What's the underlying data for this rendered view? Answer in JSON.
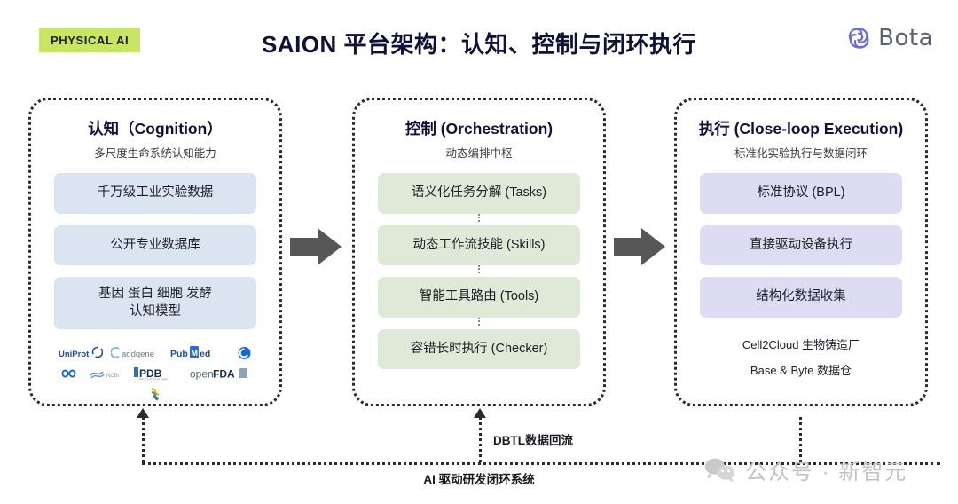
{
  "header": {
    "badge": "PHYSICAL AI",
    "title": "SAION 平台架构：认知、控制与闭环执行",
    "brand_name": "Bota",
    "badge_color": "#c8e663",
    "title_color": "#101038",
    "brand_color": "#5d6270"
  },
  "columns": [
    {
      "id": "cognition",
      "title": "认知（Cognition）",
      "subtitle": "多尺度生命系统认知能力",
      "accent": "#dbe5f1",
      "cards": [
        "千万级工业实验数据",
        "公开专业数据库",
        "基因 蛋白 细胞 发酵\n认知模型"
      ],
      "logos": [
        "UniProt",
        "addgene",
        "PubMed",
        "blue-circle-icon",
        "infinity-icon",
        "ncbi-icon",
        "PDB",
        "openFDA",
        "helix-icon"
      ]
    },
    {
      "id": "orchestration",
      "title": "控制 (Orchestration)",
      "subtitle": "动态编排中枢",
      "accent": "#dfe9d7",
      "cards": [
        "语义化任务分解 (Tasks)",
        "动态工作流技能 (Skills)",
        "智能工具路由 (Tools)",
        "容错长时执行 (Checker)"
      ]
    },
    {
      "id": "execution",
      "title": "执行 (Close-loop Execution)",
      "subtitle": "标准化实验执行与数据闭环",
      "accent": "#dedcf3",
      "cards": [
        "标准协议 (BPL)",
        "直接驱动设备执行",
        "结构化数据收集"
      ],
      "notes": [
        "Cell2Cloud 生物铸造厂",
        "Base & Byte 数据仓"
      ]
    }
  ],
  "flow": {
    "arrow_1_label": "flow-arrow-right",
    "arrow_2_label": "flow-arrow-right",
    "arrow_color": "#5a5a5a"
  },
  "feedback": {
    "dbtl_label": "DBTL数据回流",
    "main_label": "AI 驱动研发闭环系统"
  },
  "watermark": {
    "text": "公众号 · 新智元",
    "color": "#c2c2c2"
  }
}
